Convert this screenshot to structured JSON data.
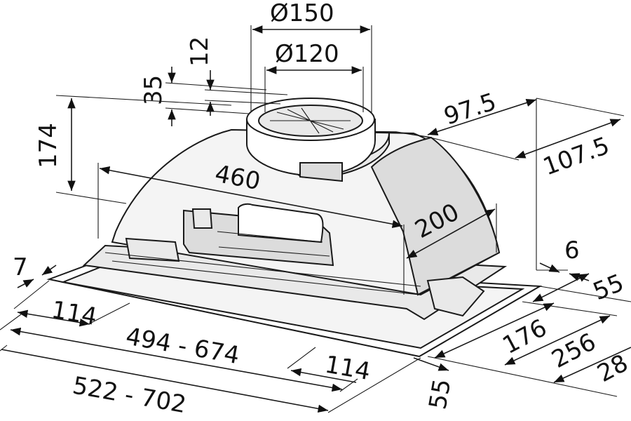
{
  "drawing": {
    "dimensions": {
      "d150": "Ø150",
      "d120": "Ø120",
      "d12": "12",
      "d35": "35",
      "d174": "174",
      "d460": "460",
      "d97_5": "97.5",
      "d107_5": "107.5",
      "d200": "200",
      "d6": "6",
      "d55_right": "55",
      "d7": "7",
      "d114_left": "114",
      "d494_674": "494 - 674",
      "d114_bottom": "114",
      "d176": "176",
      "d256": "256",
      "d28x": "28",
      "d522_702": "522 - 702",
      "d55_bottom": "55"
    }
  }
}
